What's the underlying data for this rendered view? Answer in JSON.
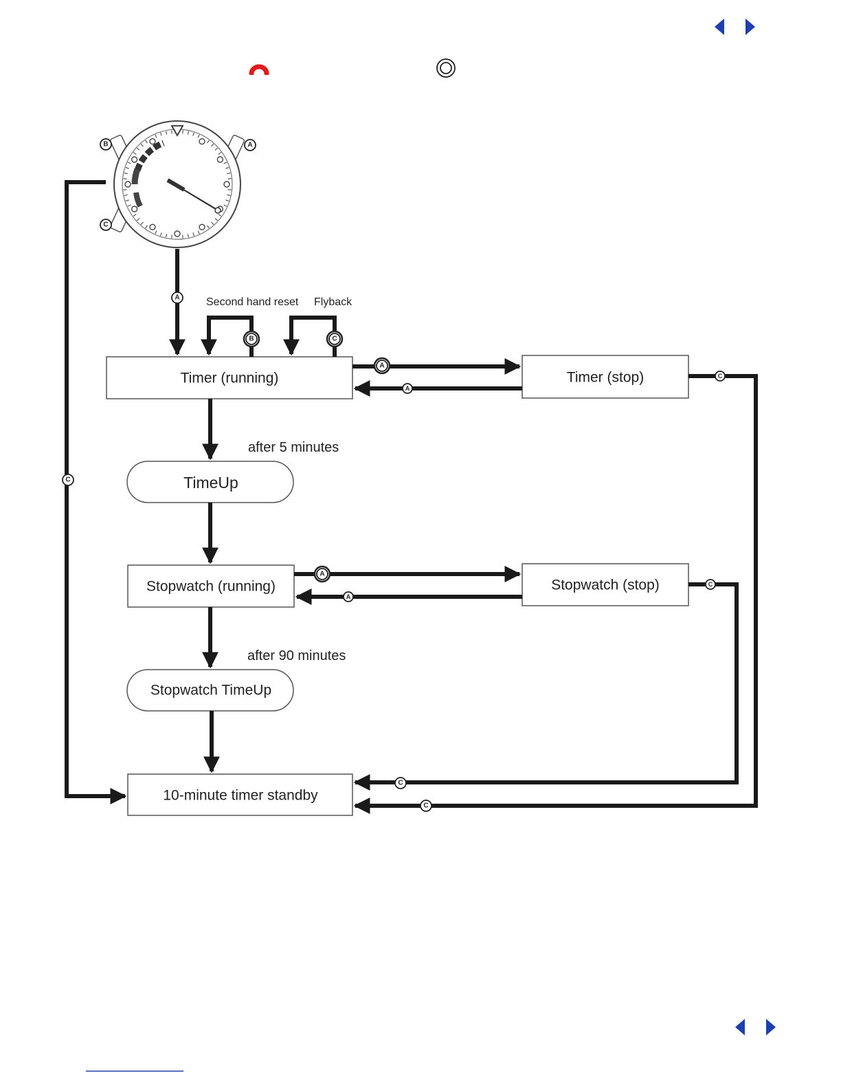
{
  "nav": {
    "prev_icon": "triangle-left-icon",
    "next_icon": "triangle-right-icon",
    "color": "#1f3fb0"
  },
  "header_icons": {
    "left_icon": "red-hook-icon",
    "left_color": "#e01b1b",
    "right_icon": "double-circle-icon"
  },
  "diagram": {
    "buttons": {
      "a": "A",
      "b": "B",
      "c": "C"
    },
    "labels": {
      "second_hand_reset": "Second hand reset",
      "flyback": "Flyback",
      "after_5": "after 5 minutes",
      "after_90": "after 90 minutes"
    },
    "nodes": {
      "timer_running": "Timer (running)",
      "timer_stop": "Timer (stop)",
      "timeup": "TimeUp",
      "stopwatch_running": "Stopwatch (running)",
      "stopwatch_stop": "Stopwatch (stop)",
      "stopwatch_timeup": "Stopwatch TimeUp",
      "standby": "10-minute timer standby"
    }
  }
}
